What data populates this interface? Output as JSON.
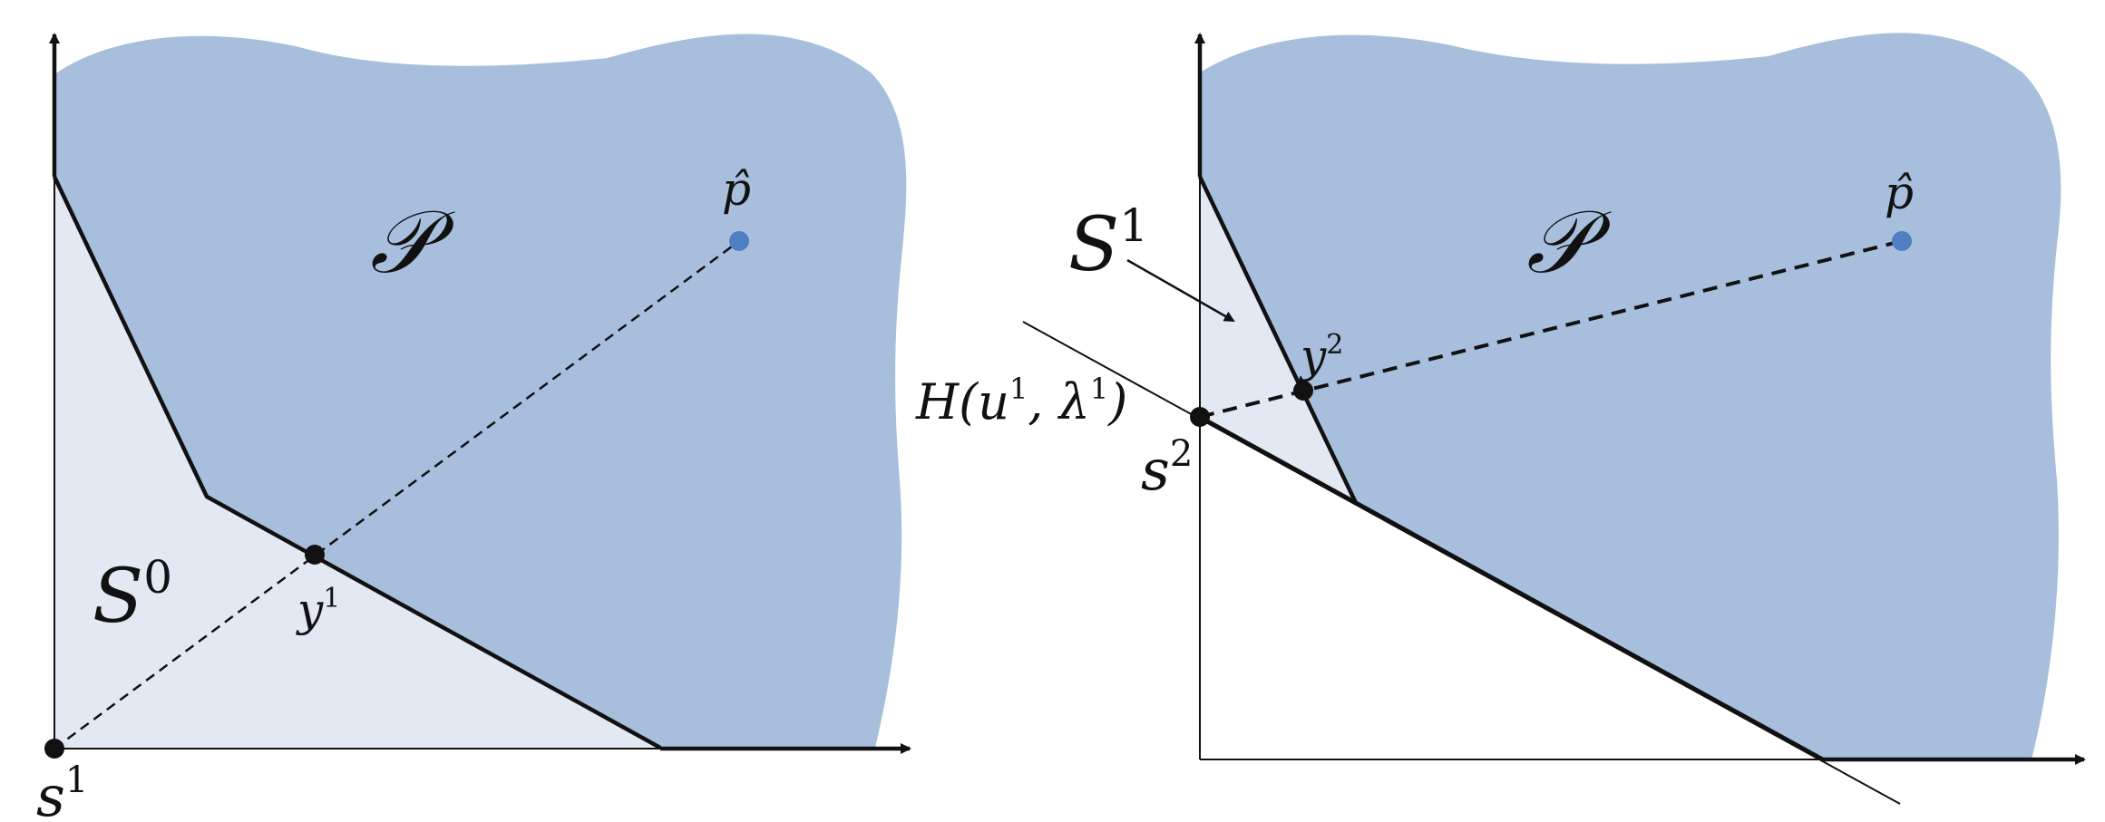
{
  "colors": {
    "feasible_region": "#a7bfdd",
    "simplex_region": "#e2e9f3",
    "point_p_hat": "#4f7fc0",
    "stroke": "#111111"
  },
  "left_panel": {
    "region_label": "𝒫",
    "set_label": "S",
    "set_sup": "0",
    "p_hat_label": "p̂",
    "y_label": "y",
    "y_sup": "1",
    "s_label": "s",
    "s_sup": "1"
  },
  "right_panel": {
    "region_label": "𝒫",
    "set_label": "S",
    "set_sup": "1",
    "p_hat_label": "p̂",
    "y_label": "y",
    "y_sup": "2",
    "s_label": "s",
    "s_sup": "2",
    "h_prefix": "H(u",
    "h_sup1": "1",
    "h_mid": ", λ",
    "h_sup2": "1",
    "h_suffix": ")"
  }
}
